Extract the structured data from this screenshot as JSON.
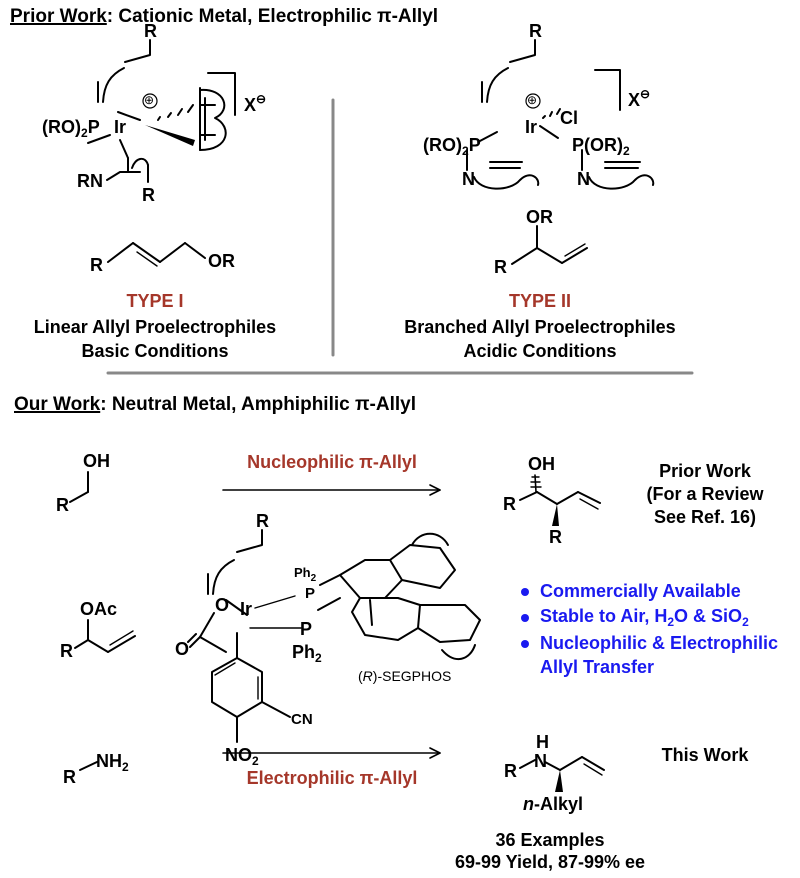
{
  "prior_header": {
    "title": "Prior Work",
    "rest": ": Cationic Metal, Electrophilic π-Allyl"
  },
  "type1": {
    "complex": {
      "R_top": "R",
      "Ir": "Ir",
      "charge": "⊕",
      "counterion": "X",
      "counterion_charge": "⊖",
      "RO2P": "(RO)",
      "RO2P_sub": "2",
      "RO2P_tail": "P",
      "RN": "RN",
      "R_bottom": "R"
    },
    "substrate": {
      "R": "R",
      "OR": "OR"
    },
    "label": "TYPE I",
    "line1": "Linear Allyl Proelectrophiles",
    "line2": "Basic Conditions"
  },
  "type2": {
    "complex": {
      "R_top": "R",
      "Ir": "Ir",
      "charge": "⊕",
      "Cl": "Cl",
      "counterion": "X",
      "counterion_charge": "⊖",
      "RO2P_left": "(RO)",
      "RO2P_left_sub": "2",
      "RO2P_left_tail": "P",
      "PRO2_right": "P(OR)",
      "PRO2_right_sub": "2",
      "N_left": "N",
      "N_right": "N"
    },
    "substrate": {
      "OR": "OR",
      "R": "R"
    },
    "label": "TYPE II",
    "line1": "Branched Allyl Proelectrophiles",
    "line2": "Acidic Conditions"
  },
  "our_header": {
    "title": "Our Work",
    "rest": ": Neutral Metal, Amphiphilic π-Allyl"
  },
  "reaction_top": {
    "reactant": {
      "OH": "OH",
      "R": "R"
    },
    "arrow_label": "Nucleophilic π-Allyl",
    "product": {
      "OH": "OH",
      "R_left": "R",
      "R_bottom": "R"
    },
    "note": [
      "Prior Work",
      "(For a Review",
      "See Ref. 16)"
    ]
  },
  "reagent": {
    "OAc": "OAc",
    "R": "R"
  },
  "catalyst": {
    "R": "R",
    "Ir": "Ir",
    "O1": "O",
    "O2": "O",
    "P1": "P",
    "P2": "P",
    "Ph2_top": "Ph",
    "Ph2_top_sub": "2",
    "Ph2_bottom": "Ph",
    "Ph2_bottom_sub": "2",
    "CN": "CN",
    "NO2": "NO",
    "NO2_sub": "2",
    "segphos_paren_open": "(",
    "segphos_R": "R",
    "segphos_rest": ")-SEGPHOS"
  },
  "features": [
    "Commercially Available",
    "Stable to Air, H",
    "Nucleophilic & Electrophilic",
    "Allyl Transfer"
  ],
  "feature_stable": {
    "pre": "Stable to Air, H",
    "sub1": "2",
    "mid": "O & SiO",
    "sub2": "2"
  },
  "reaction_bottom": {
    "reactant": {
      "R": "R",
      "NH2": "NH",
      "NH2_sub": "2"
    },
    "arrow_label": "Electrophilic π-Allyl",
    "product": {
      "H": "H",
      "N": "N",
      "R": "R",
      "alkyl_n": "n",
      "alkyl_rest": "-Alkyl"
    },
    "note": "This Work",
    "examples": "36 Examples",
    "yield": "69-99 Yield, 87-99% ee"
  }
}
